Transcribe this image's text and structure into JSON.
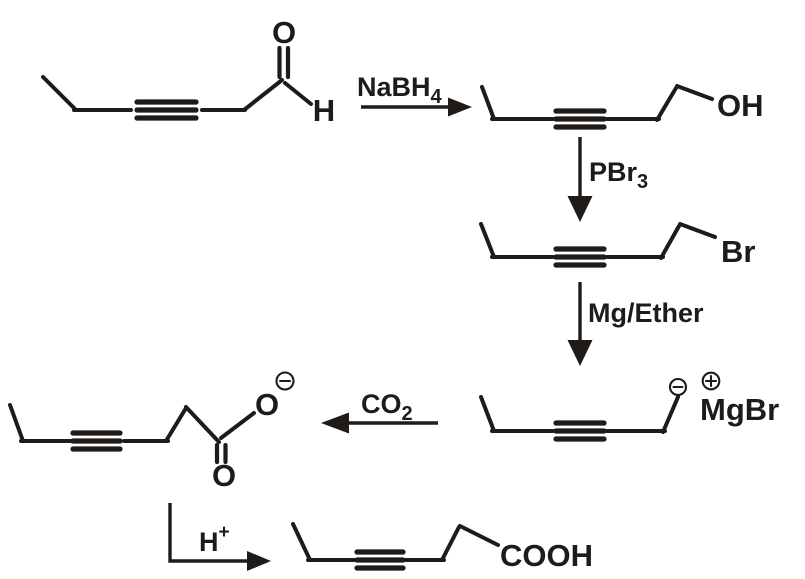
{
  "colors": {
    "background": "#ffffff",
    "ink": "#1e1b19"
  },
  "scheme": {
    "reagents": {
      "step1": {
        "main": "NaBH",
        "sub": "4"
      },
      "step2": {
        "main": "PBr",
        "sub": "3"
      },
      "step3": {
        "main": "Mg/Ether"
      },
      "step4": {
        "main": "CO",
        "sub": "2"
      },
      "step5": {
        "main": "H",
        "sup": "+"
      }
    },
    "molecules": {
      "aldehyde": {
        "carbonyl_oxygen": "O",
        "aldehyde_hydrogen": "H"
      },
      "alcohol": {
        "hydroxyl": "OH"
      },
      "bromide": {
        "bromine": "Br"
      },
      "grignard": {
        "magnesium_bromide": "MgBr",
        "carbanion_charge": "circled-minus",
        "magnesium_charge": "circled-plus"
      },
      "carboxylate": {
        "oxygen_anion": "O",
        "anion_charge": "circled-minus",
        "carbonyl_oxygen": "O"
      },
      "acid": {
        "carboxyl_group": "COOH"
      }
    }
  },
  "icons": {
    "negative_charge": "circled-minus",
    "positive_charge": "circled-plus",
    "arrow_right": "filled-triangle-right",
    "arrow_down": "filled-triangle-down",
    "arrow_left": "filled-triangle-left"
  }
}
